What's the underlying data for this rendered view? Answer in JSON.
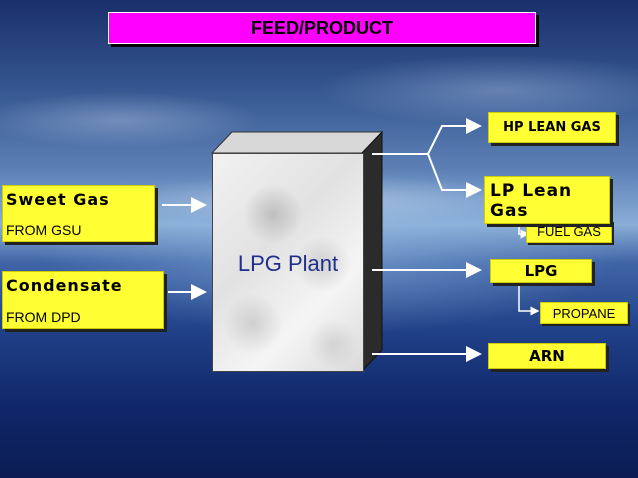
{
  "title": "FEED/PRODUCT",
  "plant": {
    "label": "LPG Plant"
  },
  "feeds": [
    {
      "name": "Sweet Gas",
      "source": "FROM GSU"
    },
    {
      "name": "Condensate",
      "source": "FROM DPD"
    }
  ],
  "products": {
    "hp_lean_gas": "HP LEAN GAS",
    "lp_lean_gas": "LP Lean Gas",
    "fuel_gas": "FUEL GAS",
    "lpg": "LPG",
    "propane": "PROPANE",
    "arn": "ARN"
  },
  "colors": {
    "title_bg": "#ff00ff",
    "box_bg": "#ffff33",
    "arrow": "#ffffff",
    "plant_text": "#1f2f8a"
  }
}
